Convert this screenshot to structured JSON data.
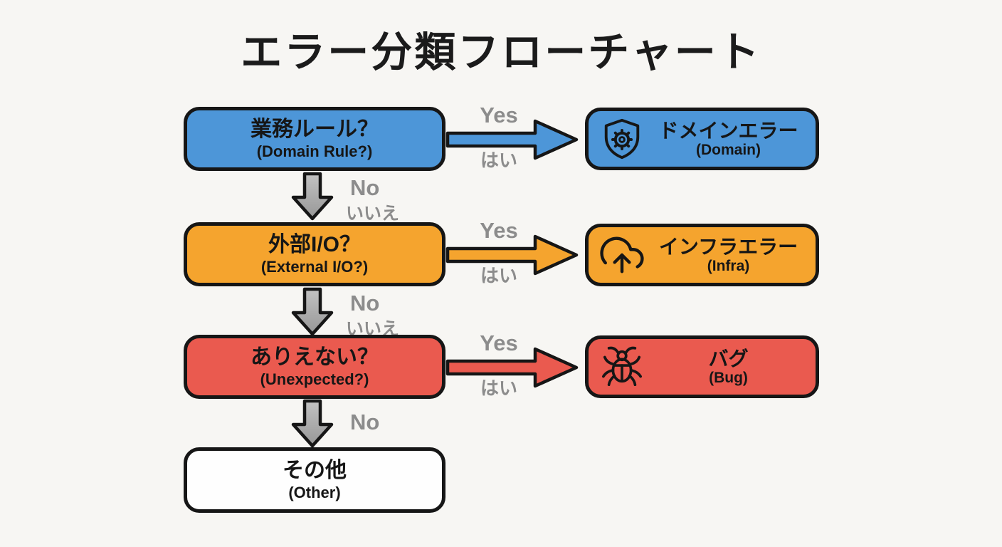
{
  "title": "エラー分類フローチャート",
  "colors": {
    "background": "#f7f6f3",
    "blue": "#4d96d8",
    "orange": "#f5a42e",
    "red": "#ea5a4f",
    "arrow_gray": "#a9a9a9",
    "label_gray": "#8c8c8c",
    "outline": "#161616"
  },
  "rows": [
    {
      "question_jp": "業務ルール？",
      "question_en": "(Domain Rule?)",
      "yes": "Yes",
      "yes_sub": "はい",
      "no": "No",
      "no_sub": "いいえ",
      "result_jp": "ドメインエラー",
      "result_en": "(Domain)",
      "icon": "shield-gear-icon",
      "color": "#4d96d8"
    },
    {
      "question_jp": "外部I/O？",
      "question_en": "(External I/O?)",
      "yes": "Yes",
      "yes_sub": "はい",
      "no": "No",
      "no_sub": "いいえ",
      "result_jp": "インフラエラー",
      "result_en": "(Infra)",
      "icon": "cloud-upload-icon",
      "color": "#f5a42e"
    },
    {
      "question_jp": "ありえない？",
      "question_en": "(Unexpected?)",
      "yes": "Yes",
      "yes_sub": "はい",
      "no": "No",
      "result_jp": "バグ",
      "result_en": "(Bug)",
      "icon": "bug-icon",
      "color": "#ea5a4f"
    }
  ],
  "terminal": {
    "jp": "その他",
    "en": "(Other)"
  }
}
